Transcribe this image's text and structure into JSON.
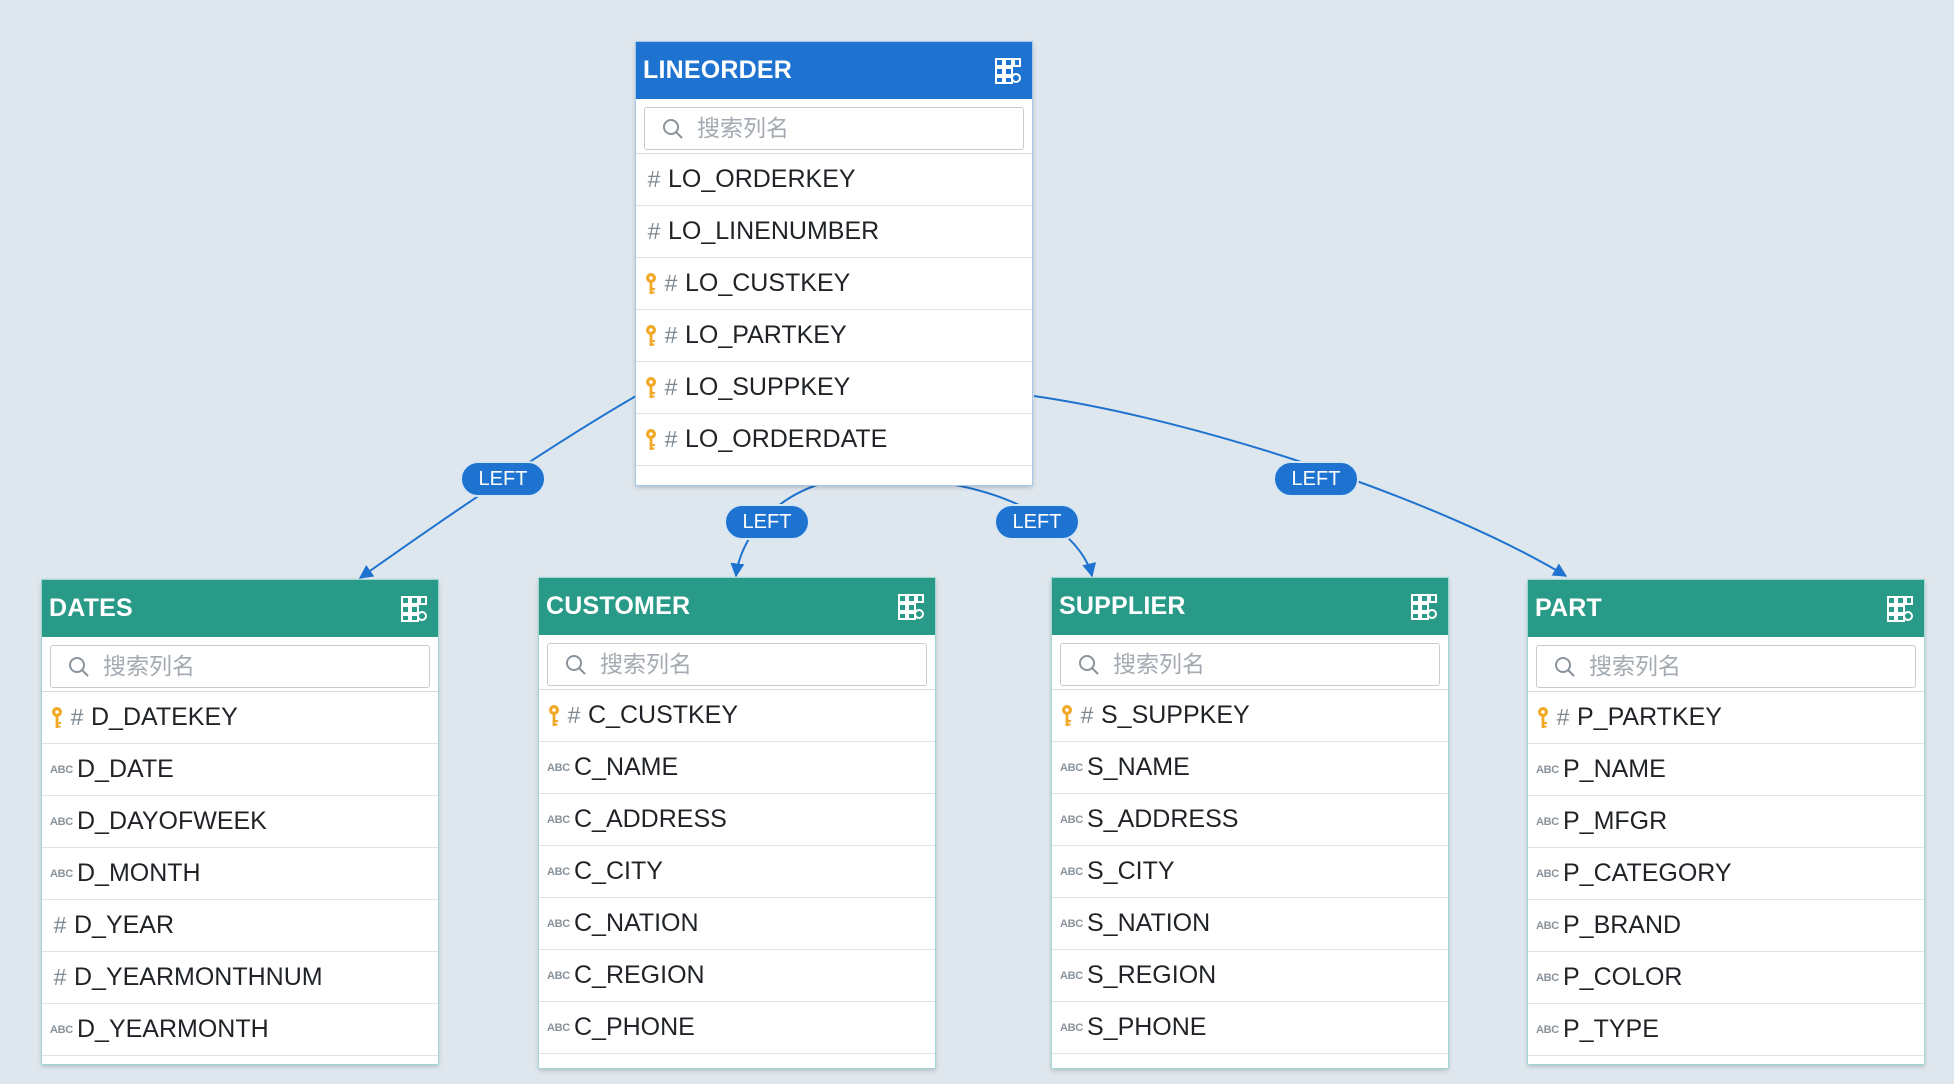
{
  "search_placeholder": "搜索列名",
  "colors": {
    "fact_header": "#1e73d0",
    "dimension_header": "#2a9a88",
    "key_icon": "#f0a825",
    "edge": "#1e73d0",
    "background": "#dfe7ee"
  },
  "icons": {
    "table_settings": "grid-settings-icon",
    "search": "search-icon",
    "key": "key-icon"
  },
  "fact_table": {
    "name": "LINEORDER",
    "columns": [
      {
        "name": "LO_ORDERKEY",
        "type": "number",
        "key": false
      },
      {
        "name": "LO_LINENUMBER",
        "type": "number",
        "key": false
      },
      {
        "name": "LO_CUSTKEY",
        "type": "number",
        "key": true
      },
      {
        "name": "LO_PARTKEY",
        "type": "number",
        "key": true
      },
      {
        "name": "LO_SUPPKEY",
        "type": "number",
        "key": true
      },
      {
        "name": "LO_ORDERDATE",
        "type": "number",
        "key": true
      }
    ]
  },
  "dimension_tables": [
    {
      "name": "DATES",
      "columns": [
        {
          "name": "D_DATEKEY",
          "type": "number",
          "key": true
        },
        {
          "name": "D_DATE",
          "type": "text",
          "key": false
        },
        {
          "name": "D_DAYOFWEEK",
          "type": "text",
          "key": false
        },
        {
          "name": "D_MONTH",
          "type": "text",
          "key": false
        },
        {
          "name": "D_YEAR",
          "type": "number",
          "key": false
        },
        {
          "name": "D_YEARMONTHNUM",
          "type": "number",
          "key": false
        },
        {
          "name": "D_YEARMONTH",
          "type": "text",
          "key": false
        }
      ]
    },
    {
      "name": "CUSTOMER",
      "columns": [
        {
          "name": "C_CUSTKEY",
          "type": "number",
          "key": true
        },
        {
          "name": "C_NAME",
          "type": "text",
          "key": false
        },
        {
          "name": "C_ADDRESS",
          "type": "text",
          "key": false
        },
        {
          "name": "C_CITY",
          "type": "text",
          "key": false
        },
        {
          "name": "C_NATION",
          "type": "text",
          "key": false
        },
        {
          "name": "C_REGION",
          "type": "text",
          "key": false
        },
        {
          "name": "C_PHONE",
          "type": "text",
          "key": false
        }
      ]
    },
    {
      "name": "SUPPLIER",
      "columns": [
        {
          "name": "S_SUPPKEY",
          "type": "number",
          "key": true
        },
        {
          "name": "S_NAME",
          "type": "text",
          "key": false
        },
        {
          "name": "S_ADDRESS",
          "type": "text",
          "key": false
        },
        {
          "name": "S_CITY",
          "type": "text",
          "key": false
        },
        {
          "name": "S_NATION",
          "type": "text",
          "key": false
        },
        {
          "name": "S_REGION",
          "type": "text",
          "key": false
        },
        {
          "name": "S_PHONE",
          "type": "text",
          "key": false
        }
      ]
    },
    {
      "name": "PART",
      "columns": [
        {
          "name": "P_PARTKEY",
          "type": "number",
          "key": true
        },
        {
          "name": "P_NAME",
          "type": "text",
          "key": false
        },
        {
          "name": "P_MFGR",
          "type": "text",
          "key": false
        },
        {
          "name": "P_CATEGORY",
          "type": "text",
          "key": false
        },
        {
          "name": "P_BRAND",
          "type": "text",
          "key": false
        },
        {
          "name": "P_COLOR",
          "type": "text",
          "key": false
        },
        {
          "name": "P_TYPE",
          "type": "text",
          "key": false
        }
      ]
    }
  ],
  "joins": [
    {
      "from": "LINEORDER",
      "to": "DATES",
      "type": "LEFT"
    },
    {
      "from": "LINEORDER",
      "to": "CUSTOMER",
      "type": "LEFT"
    },
    {
      "from": "LINEORDER",
      "to": "SUPPLIER",
      "type": "LEFT"
    },
    {
      "from": "LINEORDER",
      "to": "PART",
      "type": "LEFT"
    }
  ],
  "type_labels": {
    "number": "#",
    "text": "ABC"
  }
}
